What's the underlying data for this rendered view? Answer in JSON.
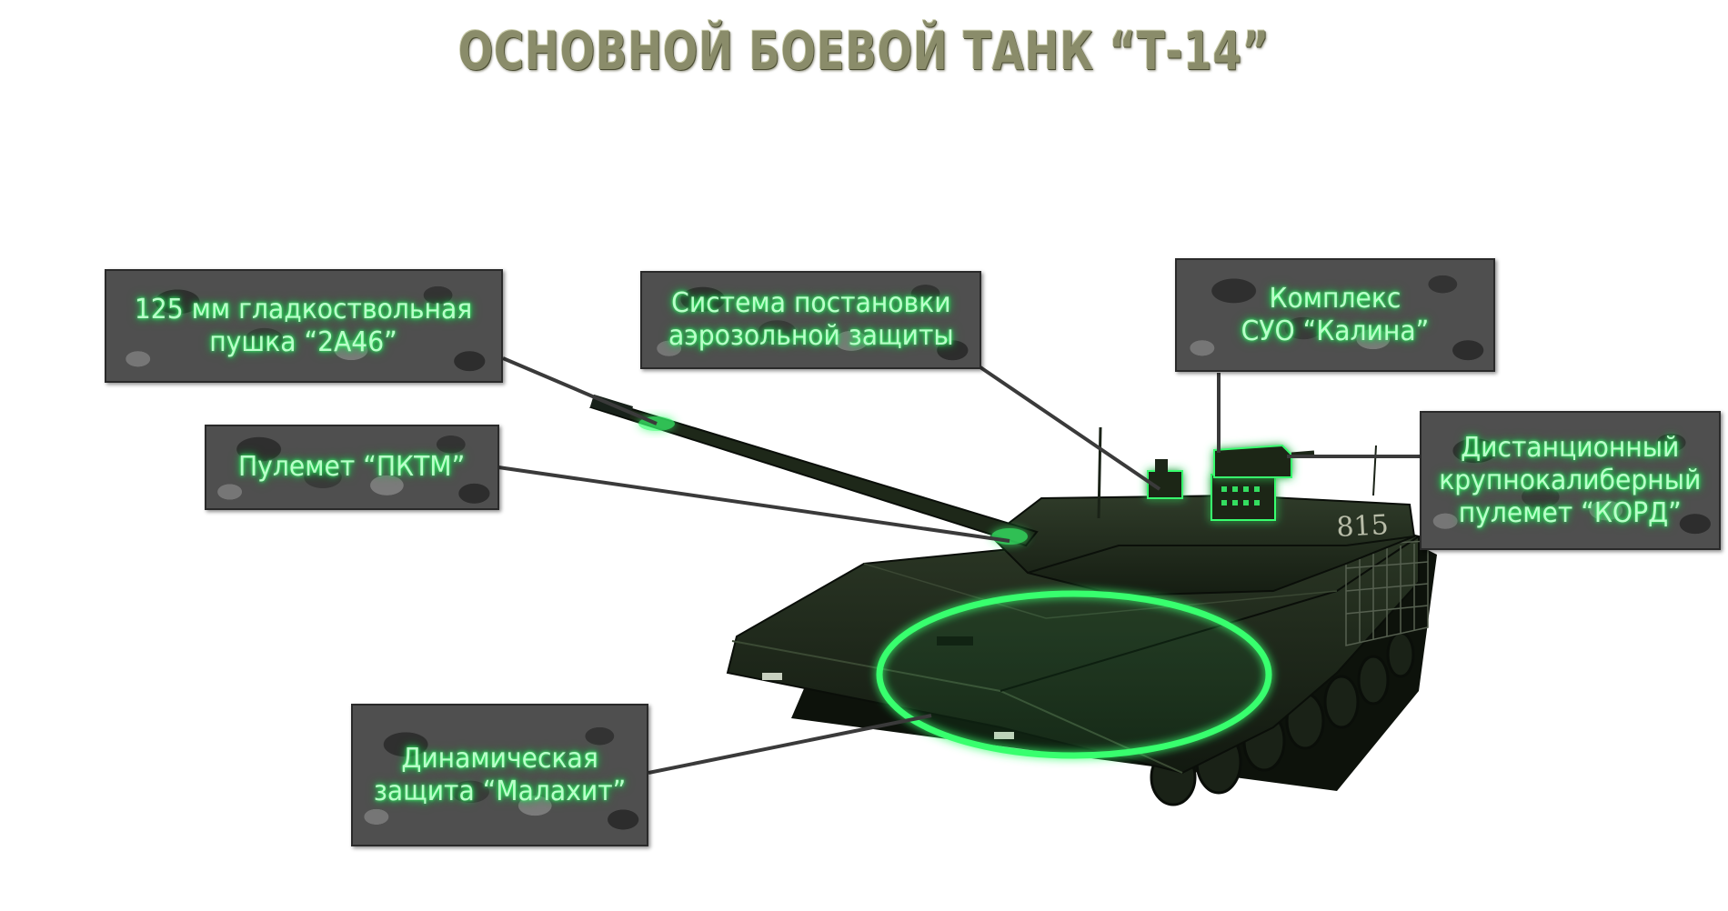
{
  "title": "ОСНОВНОЙ БОЕВОЙ ТАНК “Т-14”",
  "tank": {
    "number": "815"
  },
  "labels": {
    "gun": {
      "line1": "125 мм гладкоствольная",
      "line2": "пушка “2А46”"
    },
    "machine_gun": {
      "line1": "Пулемет “ПКТМ”"
    },
    "aerosol": {
      "line1": "Система постановки",
      "line2": "аэрозольной защиты"
    },
    "fcs": {
      "line1": "Комплекс",
      "line2": "СУО “Калина”"
    },
    "remote_mg": {
      "line1": "Дистанционный",
      "line2": "крупнокалиберный",
      "line3": "пулемет “КОРД”"
    },
    "era": {
      "line1": "Динамическая",
      "line2": "защита “Малахит”"
    }
  },
  "colors": {
    "title": "#8a8c6a",
    "label_text": "#b9ffc9",
    "glow": "#39ff6e",
    "tank": "#1c2618",
    "camo_base": "#4f4f4f"
  }
}
